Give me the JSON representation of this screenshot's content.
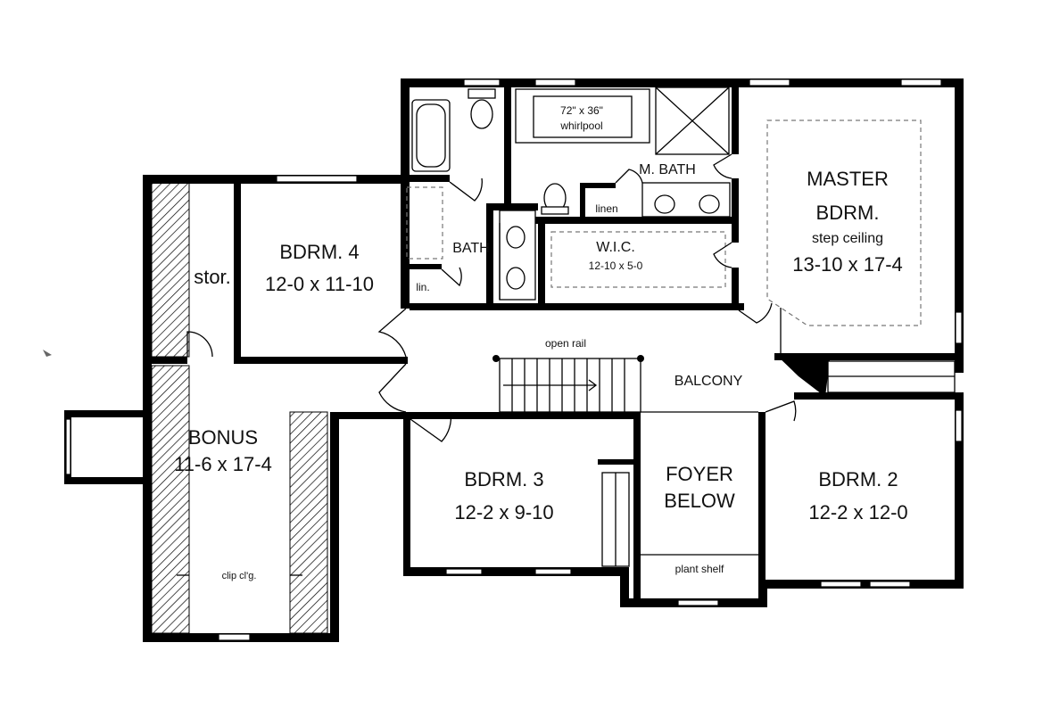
{
  "rooms": {
    "bdrm4": {
      "name": "BDRM. 4",
      "size": "12-0 x 11-10"
    },
    "stor": {
      "name": "stor."
    },
    "bath": {
      "name": "BATH"
    },
    "lin": {
      "name": "lin."
    },
    "whirlpool": {
      "line1": "72\" x 36\"",
      "line2": "whirlpool"
    },
    "mbath": {
      "name": "M. BATH"
    },
    "linen": {
      "name": "linen"
    },
    "wic": {
      "name": "W.I.C.",
      "size": "12-10 x 5-0"
    },
    "master": {
      "line1": "MASTER",
      "line2": "BDRM.",
      "note": "step ceiling",
      "size": "13-10 x 17-4"
    },
    "open_rail": {
      "text": "open rail"
    },
    "balcony": {
      "name": "BALCONY"
    },
    "bonus": {
      "name": "BONUS",
      "size": "11-6 x 17-4"
    },
    "clip": {
      "text": "clip cl'g."
    },
    "bdrm3": {
      "name": "BDRM. 3",
      "size": "12-2 x 9-10"
    },
    "foyer": {
      "line1": "FOYER",
      "line2": "BELOW"
    },
    "plant_shelf": {
      "text": "plant shelf"
    },
    "bdrm2": {
      "name": "BDRM. 2",
      "size": "12-2 x 12-0"
    }
  }
}
